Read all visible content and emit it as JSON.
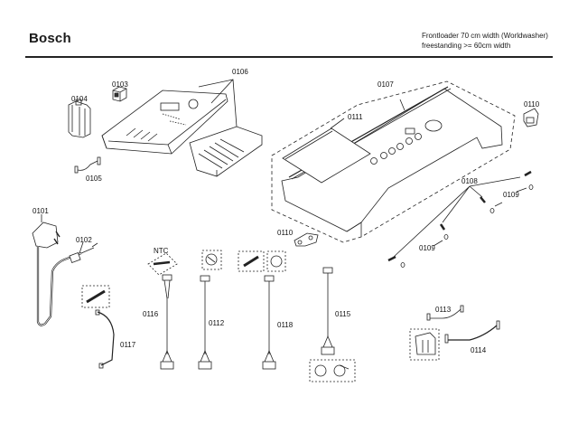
{
  "header": {
    "brand": "Bosch",
    "model_line1": "Frontloader 70 cm width (Worldwasher)",
    "model_line2": "freestanding >= 60cm width"
  },
  "parts": {
    "p0101": "0101",
    "p0102": "0102",
    "p0103": "0103",
    "p0104": "0104",
    "p0105": "0105",
    "p0106": "0106",
    "p0107": "0107",
    "p0108": "0108",
    "p0109a": "0109",
    "p0109b": "0109",
    "p0110a": "0110",
    "p0110b": "0110",
    "p0111": "0111",
    "p0112": "0112",
    "p0113": "0113",
    "p0114": "0114",
    "p0115": "0115",
    "p0116": "0116",
    "p0117": "0117",
    "p0118": "0118",
    "ntc": "NTC"
  }
}
